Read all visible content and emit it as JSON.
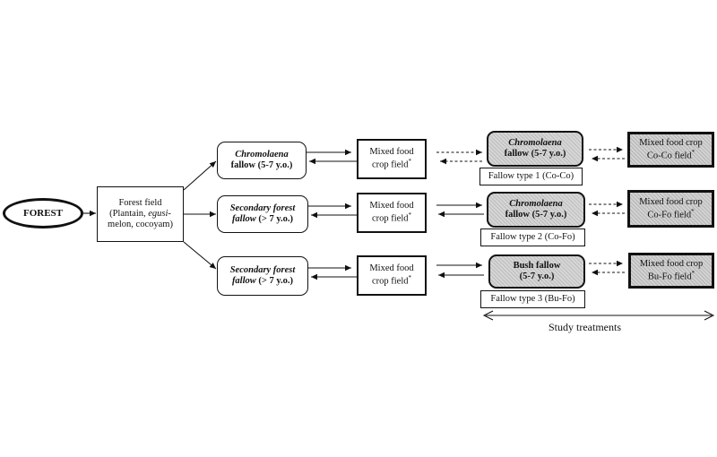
{
  "forest": "FOREST",
  "forest_field": {
    "line1": "Forest field",
    "line2a": "(Plantain, ",
    "line2b": "egusi-",
    "line3": "melon, cocoyam)"
  },
  "fallows": [
    {
      "title": "Chromolaena",
      "subtitle": "fallow (5-7 y.o.)"
    },
    {
      "title": "Secondary forest",
      "subtitle_it": "fallow",
      "subtitle": " (> 7 y.o.)"
    },
    {
      "title": "Secondary forest",
      "subtitle_it": "fallow",
      "subtitle": " (> 7 y.o.)"
    }
  ],
  "mixed": [
    {
      "line1": "Mixed food",
      "line2": "crop field",
      "mark": "*"
    },
    {
      "line1": "Mixed food",
      "line2": "crop field",
      "mark": "*"
    },
    {
      "line1": "Mixed food",
      "line2": "crop field",
      "mark": "*"
    }
  ],
  "study_fallows": [
    {
      "title": "Chromolaena",
      "subtitle": "fallow (5-7 y.o.)",
      "label": "Fallow type 1 (Co-Co)"
    },
    {
      "title": "Chromolaena",
      "subtitle": "fallow (5-7 y.o.)",
      "label": "Fallow type 2 (Co-Fo)"
    },
    {
      "title": "Bush fallow",
      "subtitle": "(5-7 y.o.)",
      "label": "Fallow type 3 (Bu-Fo)"
    }
  ],
  "study_crops": [
    {
      "line1": "Mixed food crop",
      "line2": "Co-Co field",
      "mark": "*"
    },
    {
      "line1": "Mixed food crop",
      "line2": "Co-Fo field",
      "mark": "*"
    },
    {
      "line1": "Mixed food crop",
      "line2": "Bu-Fo field",
      "mark": "*"
    }
  ],
  "study_treatments": "Study treatments"
}
